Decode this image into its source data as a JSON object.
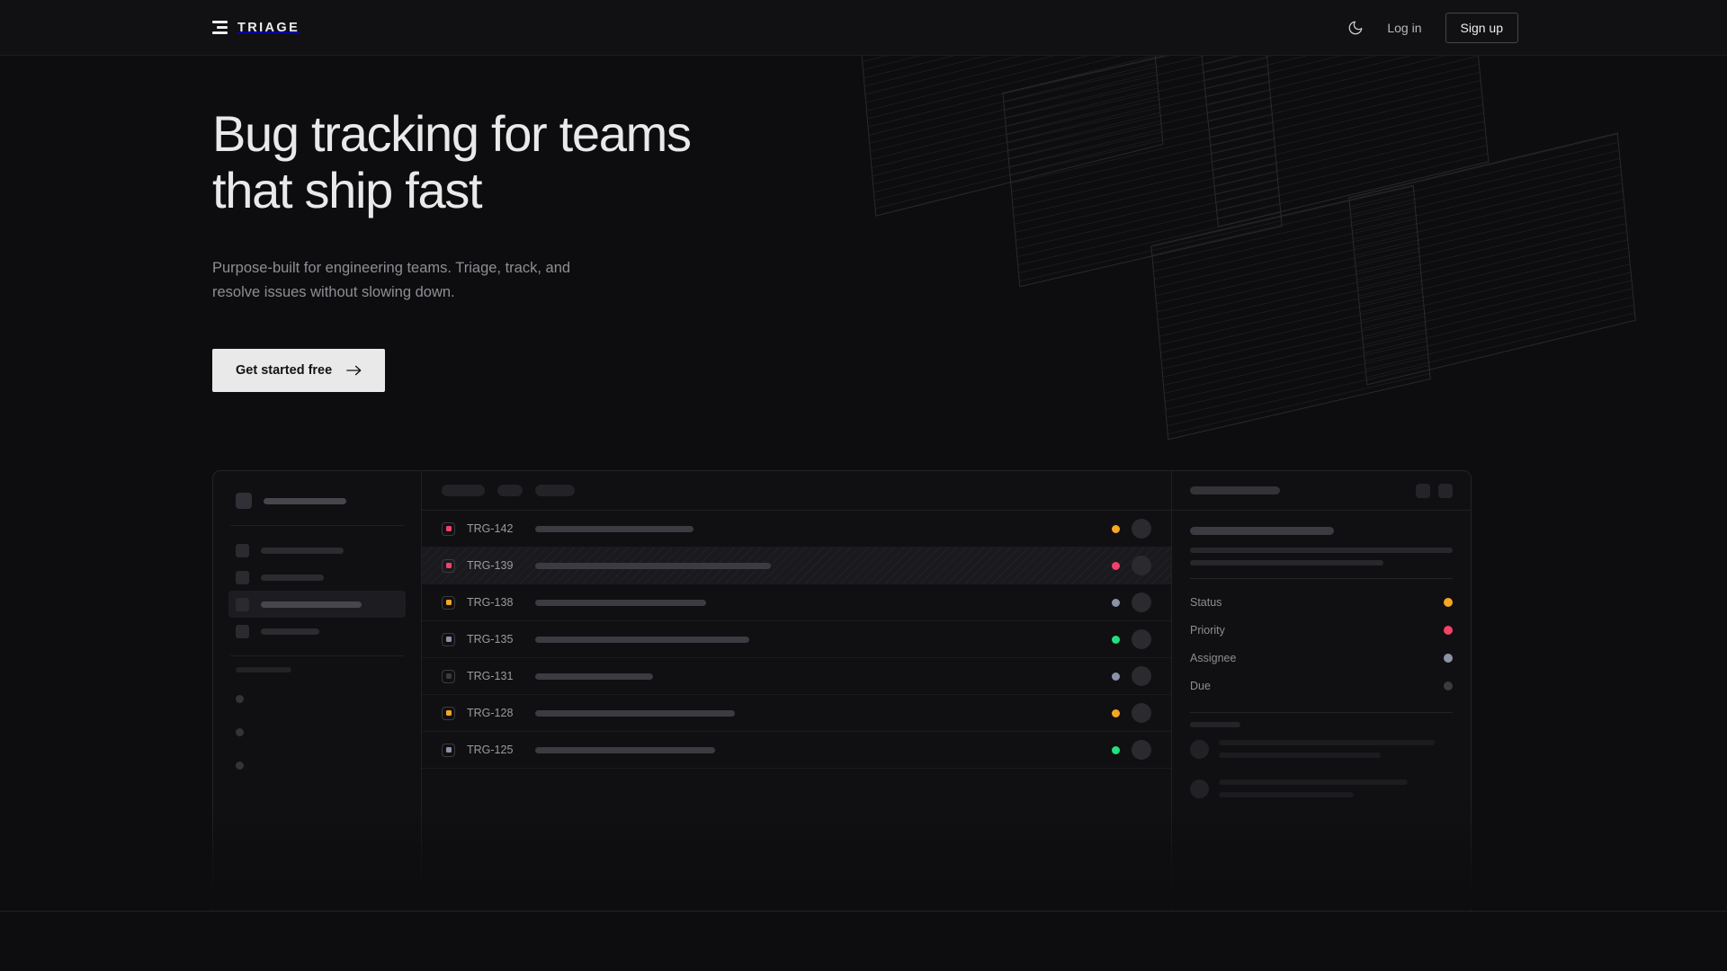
{
  "brand": {
    "name": "TRIAGE",
    "logo_icon": "stacked-bars-icon"
  },
  "nav": {
    "theme_toggle_icon": "moon-icon",
    "login_label": "Log in",
    "signup_label": "Sign up"
  },
  "hero": {
    "title": "Bug tracking for teams\nthat ship fast",
    "subtitle": "Purpose-built for engineering teams. Triage, track, and\nresolve issues without slowing down.",
    "cta_label": "Get started free",
    "cta_icon": "arrow-right-icon"
  },
  "colors": {
    "page_bg": "#0d0d0f",
    "nav_bg": "#111113",
    "panel_bg": "#101012",
    "border": "#242428",
    "text_primary": "#e9e9ea",
    "text_muted": "#8e8e94",
    "cta_bg": "#e9e9ea",
    "priority_high": "#f2426a",
    "priority_medium": "#f5a623",
    "priority_low": "#8b93a8",
    "priority_none": "#3a3a40",
    "status_open": "#f5a623",
    "status_urgent": "#f2426a",
    "status_progress": "#8b93a8",
    "status_done": "#22e07d",
    "status_none": "#3a3a40"
  },
  "app": {
    "sidebar": {
      "workspace_width": 92,
      "nav_items": [
        {
          "width": 92,
          "active": false
        },
        {
          "width": 70,
          "active": false
        },
        {
          "width": 112,
          "active": true
        },
        {
          "width": 65,
          "active": false
        }
      ],
      "section_dots": 3
    },
    "list": {
      "header_pills": [
        48,
        28,
        44
      ],
      "rows": [
        {
          "id": "TRG-142",
          "priority": "priority_high",
          "status": "status_open",
          "title_width": 176,
          "selected": false
        },
        {
          "id": "TRG-139",
          "priority": "priority_high",
          "status": "status_urgent",
          "title_width": 262,
          "selected": true
        },
        {
          "id": "TRG-138",
          "priority": "priority_medium",
          "status": "status_progress",
          "title_width": 190,
          "selected": false
        },
        {
          "id": "TRG-135",
          "priority": "priority_low",
          "status": "status_done",
          "title_width": 238,
          "selected": false
        },
        {
          "id": "TRG-131",
          "priority": "priority_none",
          "status": "status_progress",
          "title_width": 131,
          "selected": false
        },
        {
          "id": "TRG-128",
          "priority": "priority_medium",
          "status": "status_open",
          "title_width": 222,
          "selected": false
        },
        {
          "id": "TRG-125",
          "priority": "priority_low",
          "status": "status_done",
          "title_width": 200,
          "selected": false
        }
      ]
    },
    "detail": {
      "action_buttons": 2,
      "body_lines": [
        292,
        215
      ],
      "meta": [
        {
          "label": "Status",
          "color": "status_open"
        },
        {
          "label": "Priority",
          "color": "status_urgent"
        },
        {
          "label": "Assignee",
          "color": "status_progress"
        },
        {
          "label": "Due",
          "color": "status_none"
        }
      ],
      "comments": [
        {
          "lines": [
            240,
            180
          ]
        },
        {
          "lines": [
            210,
            150
          ]
        }
      ]
    }
  }
}
